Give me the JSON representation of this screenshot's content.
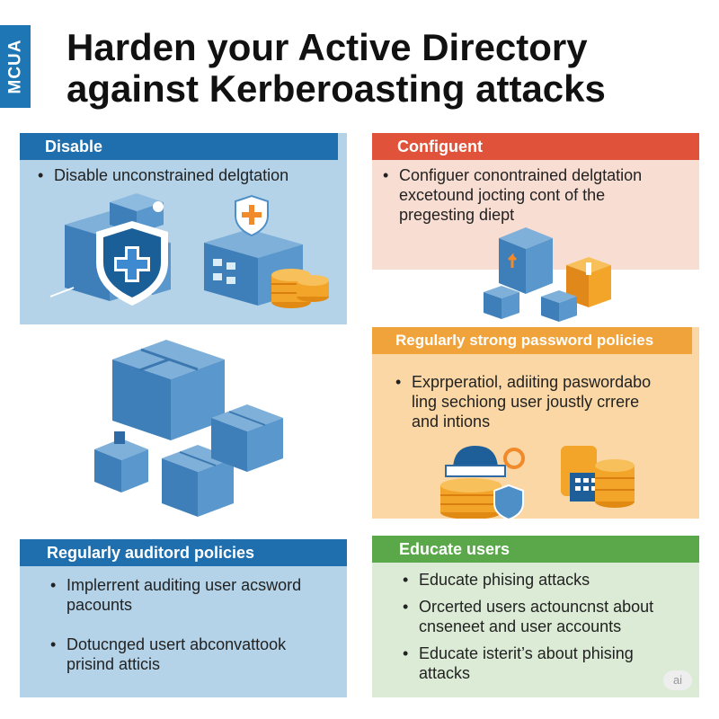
{
  "header": {
    "side_tag": "MCUA",
    "title_line1": "Harden your Active Directory",
    "title_line2": "against Kerberoasting attacks"
  },
  "cards": {
    "disable": {
      "title": "Disable",
      "bullets": [
        "Disable unconstrained delgtation"
      ]
    },
    "configure": {
      "title": "Configuent",
      "bullets": [
        "Configuer conontrained delgtation excetound jocting cont of the pregesting diept"
      ]
    },
    "password": {
      "title": "Regularly strong password policies",
      "bullets": [
        "Exprperatiol, adiiting paswordabo ling sechiong user joustly crrere and intions"
      ]
    },
    "audit": {
      "title": "Regularly auditord policies",
      "bullets": [
        "Implerrent auditing user acsword pacounts",
        "Dotucnged usert abconvattook prisind atticis"
      ]
    },
    "educate": {
      "title": "Educate users",
      "bullets": [
        "Educate phising attacks",
        "Orcerted users actouncnst about cnseneet and user accounts",
        "Educate isterit’s about phising attacks"
      ]
    }
  },
  "watermark": "ai",
  "colors": {
    "blue_header": "#1f6fae",
    "blue_card": "#b4d3e8",
    "red_header": "#e0533a",
    "peach_card": "#f8ddd2",
    "orange_header": "#f0a33a",
    "orange_card": "#fad7a5",
    "green_header": "#5aa84a",
    "green_card": "#dcebd6",
    "cube_blue": "#4f8fc7",
    "coin_orange": "#f3a52a"
  }
}
